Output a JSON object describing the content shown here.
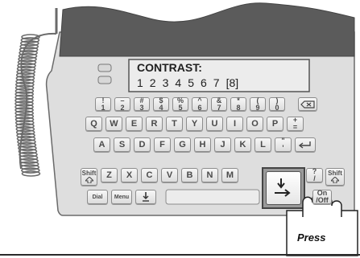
{
  "display": {
    "title": "CONTRAST:",
    "levels": [
      "1",
      "2",
      "3",
      "4",
      "5",
      "6",
      "7",
      "[8]"
    ]
  },
  "keys": {
    "row1": [
      {
        "top": "!",
        "bottom": "1"
      },
      {
        "top": "–",
        "bottom": "2"
      },
      {
        "top": "#",
        "bottom": "3"
      },
      {
        "top": "$",
        "bottom": "4"
      },
      {
        "top": "%",
        "bottom": "5"
      },
      {
        "top": "^",
        "bottom": "6"
      },
      {
        "top": "&",
        "bottom": "7"
      },
      {
        "top": "*",
        "bottom": "8"
      },
      {
        "top": "(",
        "bottom": "9"
      },
      {
        "top": ")",
        "bottom": "0"
      }
    ],
    "row2": [
      "Q",
      "W",
      "E",
      "R",
      "T",
      "Y",
      "U",
      "I",
      "O",
      "P"
    ],
    "row2_extra": {
      "top": "+",
      "bottom": "="
    },
    "row3": [
      "A",
      "S",
      "D",
      "F",
      "G",
      "H",
      "J",
      "K",
      "L"
    ],
    "row3_extra": {
      "top": "\"",
      "bottom": "'"
    },
    "row4": [
      "Z",
      "X",
      "C",
      "V",
      "B",
      "N",
      "M"
    ],
    "row4_extra": {
      "top": "?",
      "bottom": "/"
    },
    "shift": "Shift",
    "dial": "Dial",
    "menu": "Menu",
    "on_off": {
      "top": "On",
      "bottom": "/Off"
    }
  },
  "callout": {
    "label": "Press"
  },
  "icons": {
    "backspace": "backspace-icon",
    "enter": "enter-icon",
    "shift": "shift-arrow-icon",
    "arrow_key": "down-right-arrow-icon",
    "hand": "pointing-hand-icon",
    "handset": "telephone-handset-icon"
  },
  "colors": {
    "body": "#dedede",
    "top_band": "#5a5a5a",
    "lcd": "#e9e9e9",
    "key_outline": "#8c8c8c"
  }
}
